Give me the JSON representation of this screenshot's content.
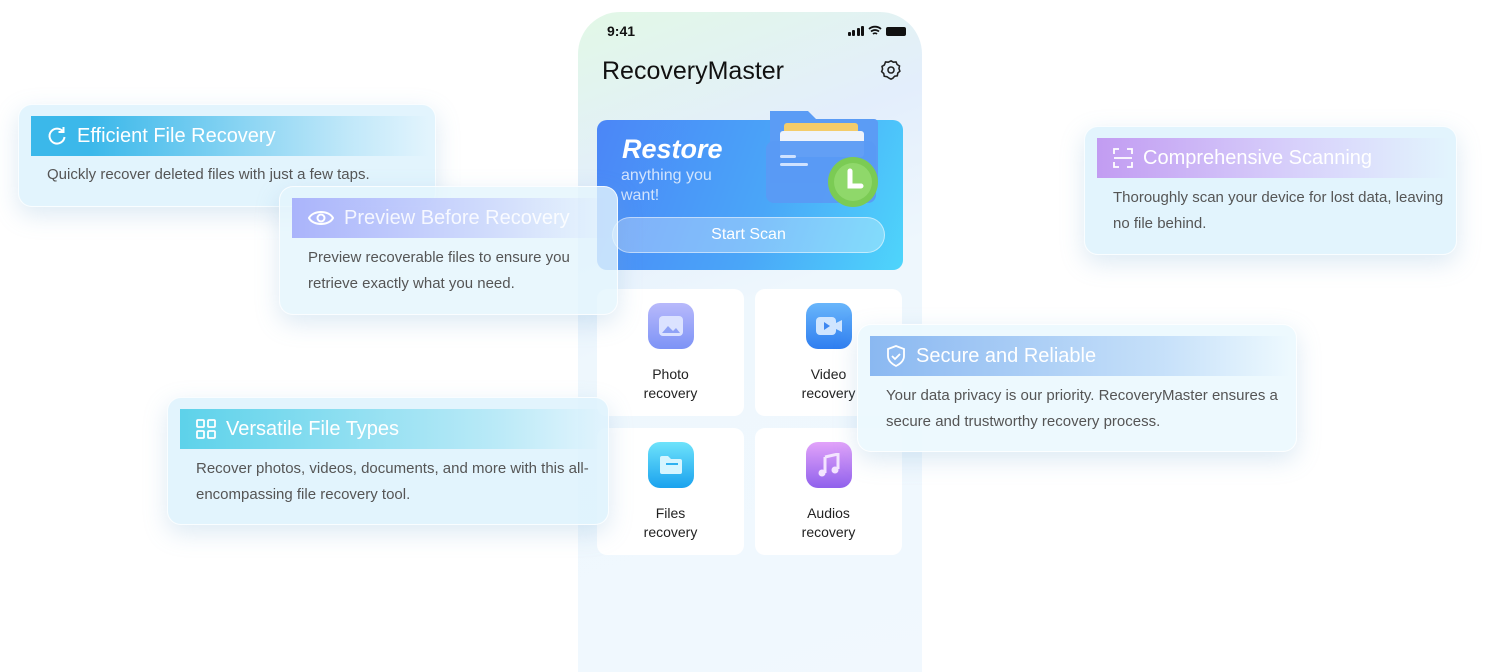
{
  "phone": {
    "time": "9:41",
    "app_title": "RecoveryMaster",
    "banner": {
      "title": "Restore",
      "subtitle": "anything you want!",
      "button": "Start Scan"
    },
    "tiles": [
      {
        "label1": "Photo",
        "label2": "recovery",
        "icon": "photo-icon"
      },
      {
        "label1": "Video",
        "label2": "recovery",
        "icon": "video-icon"
      },
      {
        "label1": "Files",
        "label2": "recovery",
        "icon": "folder-icon"
      },
      {
        "label1": "Audios",
        "label2": "recovery",
        "icon": "music-icon"
      }
    ]
  },
  "features": [
    {
      "title": "Efficient File Recovery",
      "desc": "Quickly recover deleted files with just a few taps.",
      "icon": "refresh-icon",
      "color": "#3bb8ea"
    },
    {
      "title": "Preview Before Recovery",
      "desc": "Preview recoverable files to ensure you retrieve exactly what you need.",
      "icon": "eye-icon",
      "color": "#aab4fb"
    },
    {
      "title": "Versatile File Types",
      "desc": "Recover photos, videos, documents, and more with this all-encompassing file recovery tool.",
      "icon": "grid-icon",
      "color": "#5dd2ea"
    },
    {
      "title": "Comprehensive Scanning",
      "desc": "Thoroughly scan your device for lost data, leaving no file behind.",
      "icon": "scan-icon",
      "color": "#c29cf2"
    },
    {
      "title": "Secure and Reliable",
      "desc": "Your data privacy is our priority. RecoveryMaster ensures a secure and trustworthy recovery process.",
      "icon": "shield-icon",
      "color": "#8ab8f1"
    }
  ]
}
